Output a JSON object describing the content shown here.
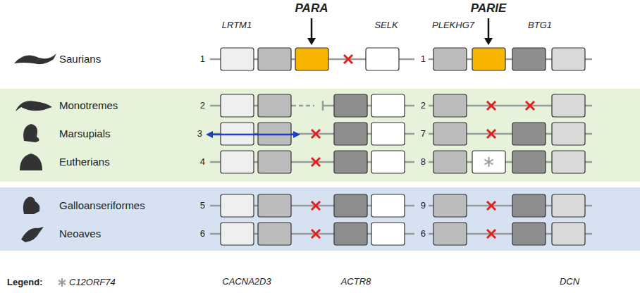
{
  "diagram": {
    "labels": [
      "PARA",
      "PARIE",
      "LRTM1",
      "SELK",
      "PLEKHG7",
      "BTG1",
      "Saurians",
      "1",
      "1",
      "Monotremes",
      "2",
      "2",
      "Marsupials",
      "3",
      "7",
      "Eutherians",
      "4",
      "8",
      "Galloanseriformes",
      "5",
      "9",
      "Neoaves",
      "6",
      "6",
      "CACNA2D3",
      "ACTR8",
      "DCN",
      "Legend:"
    ],
    "legend": [
      {
        "text": "C12ORF74"
      }
    ]
  }
}
